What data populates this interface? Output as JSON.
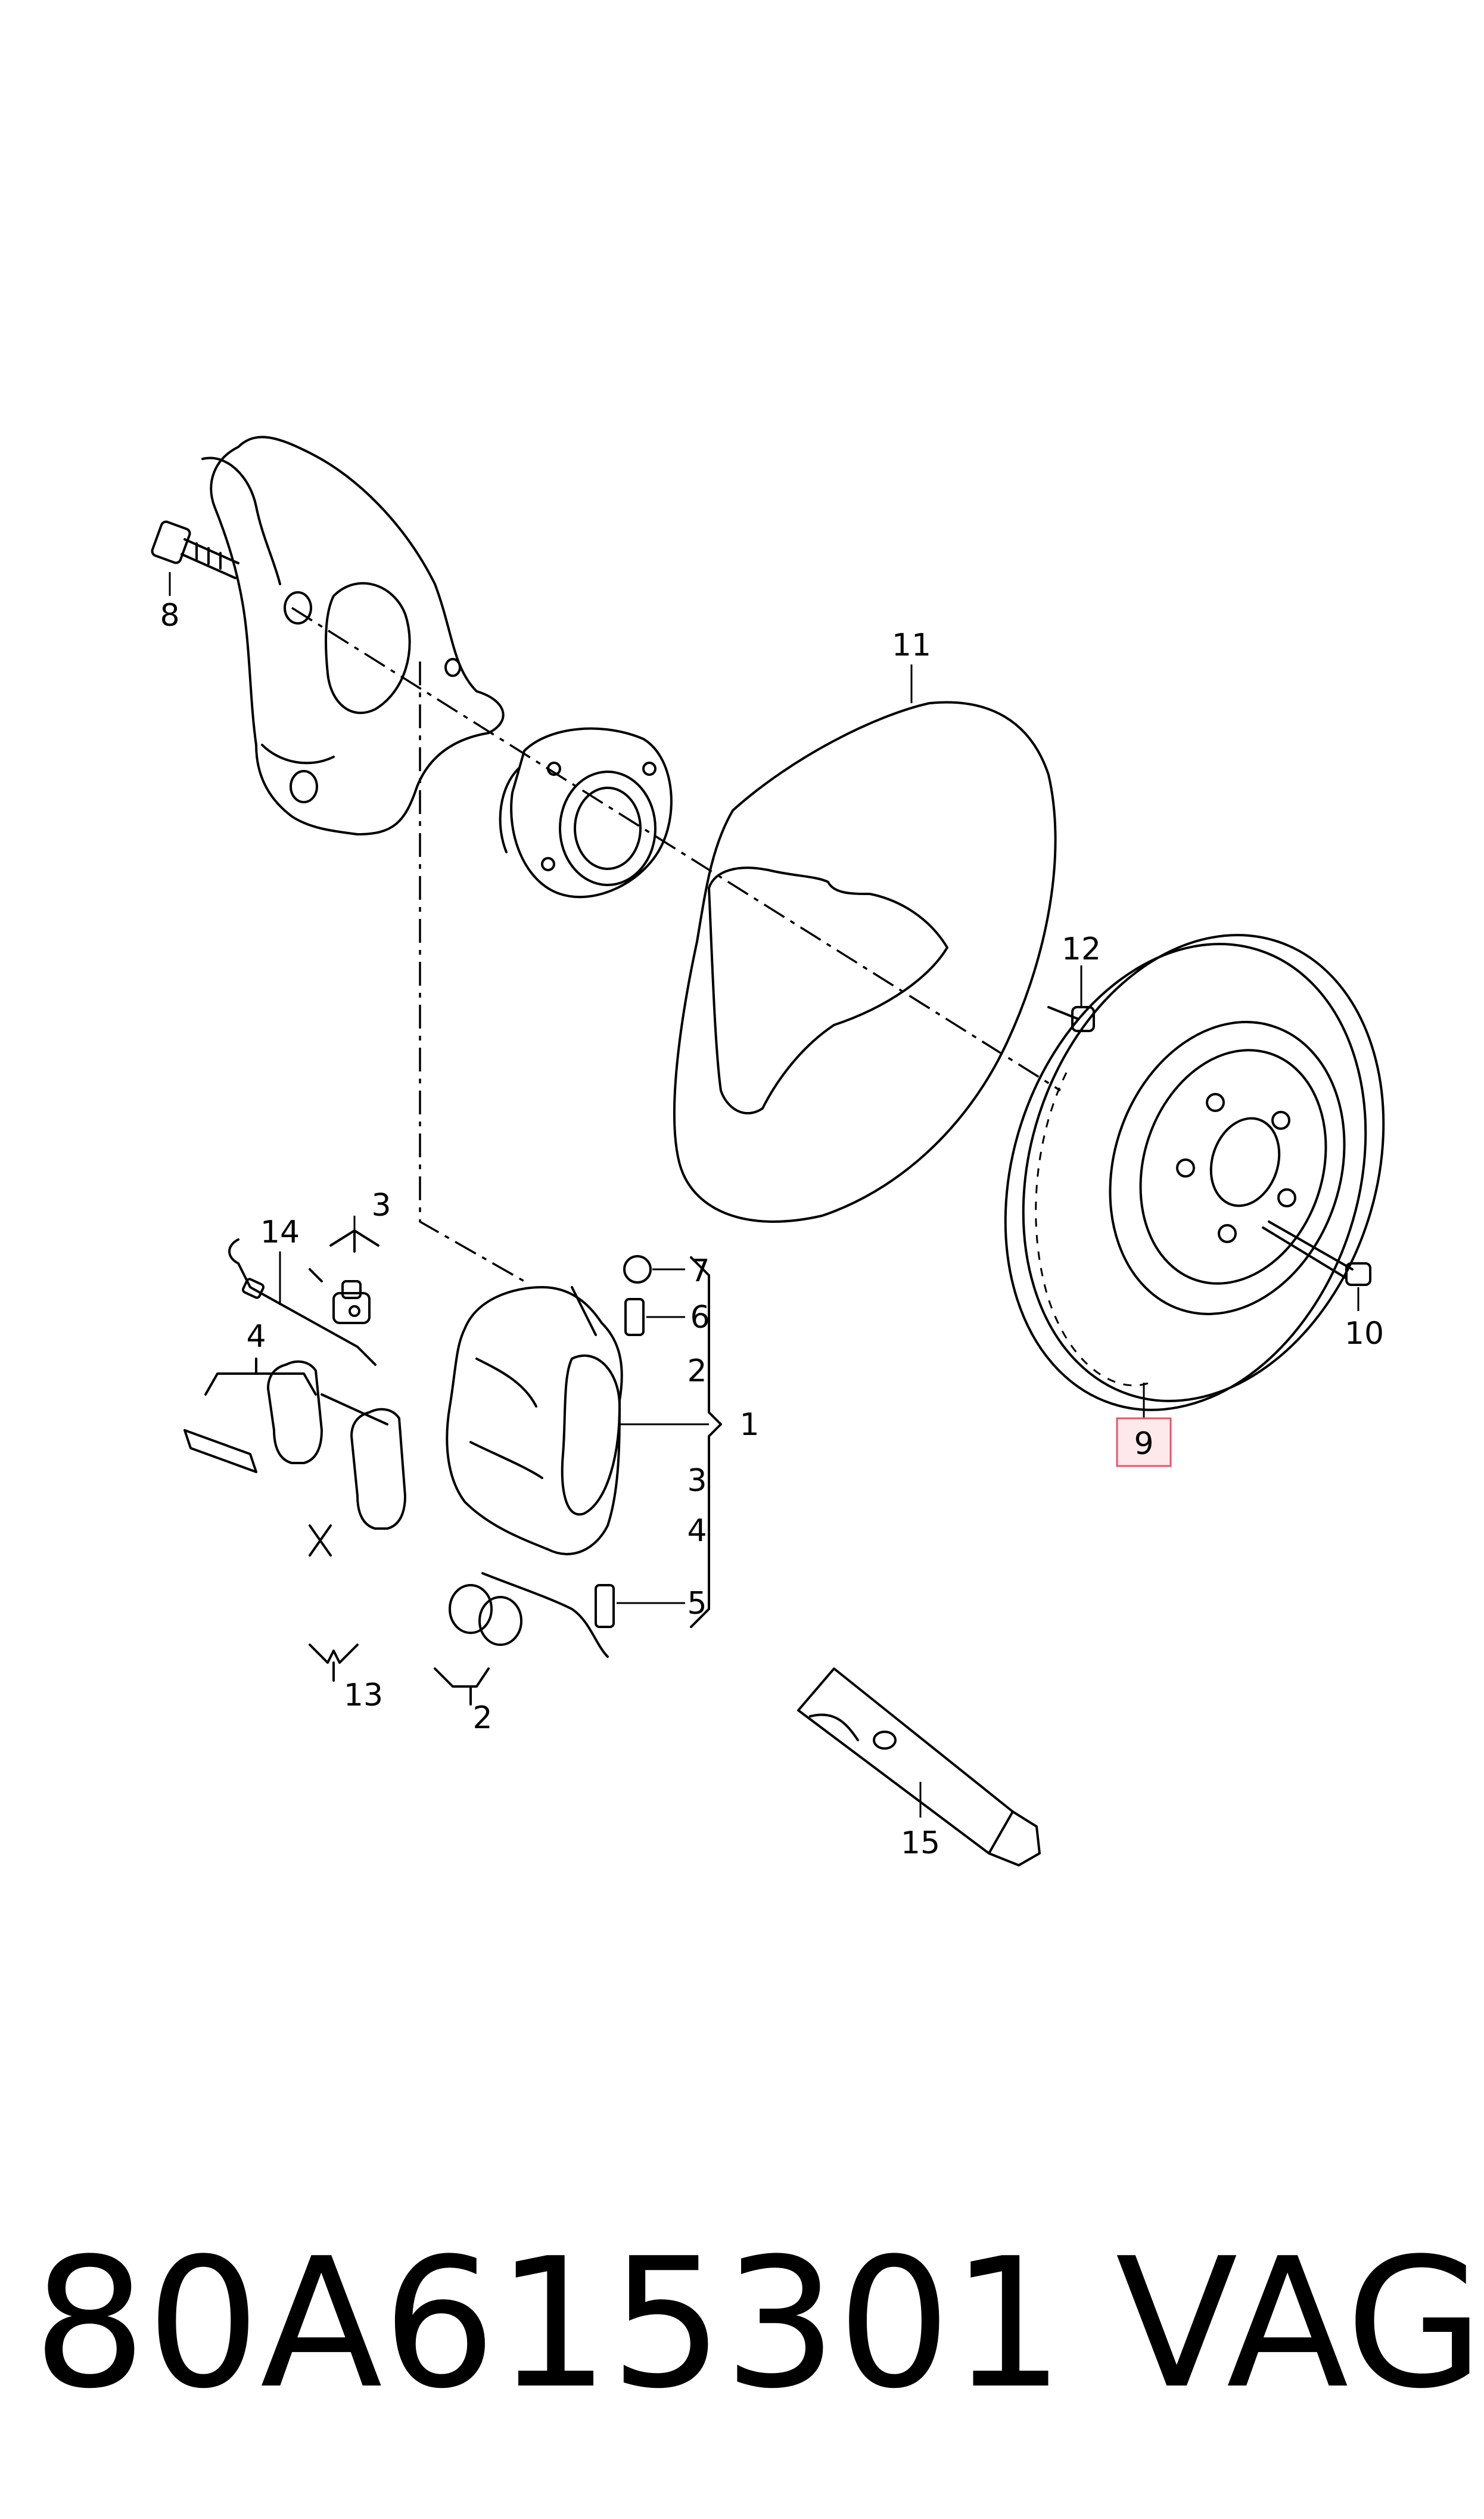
{
  "callouts": {
    "c1": "1",
    "c2a": "2",
    "c2b": "2",
    "c3a": "3",
    "c3b": "3",
    "c4a": "4",
    "c4b": "4",
    "c5": "5",
    "c6": "6",
    "c7": "7",
    "c8": "8",
    "c9": "9",
    "c10": "10",
    "c11": "11",
    "c12": "12",
    "c13": "13",
    "c14": "14",
    "c15": "15"
  },
  "highlighted_callout": "9",
  "highlight_color": "#e05a6a",
  "footer": {
    "part_number": "80A615301",
    "brand": "VAG"
  }
}
